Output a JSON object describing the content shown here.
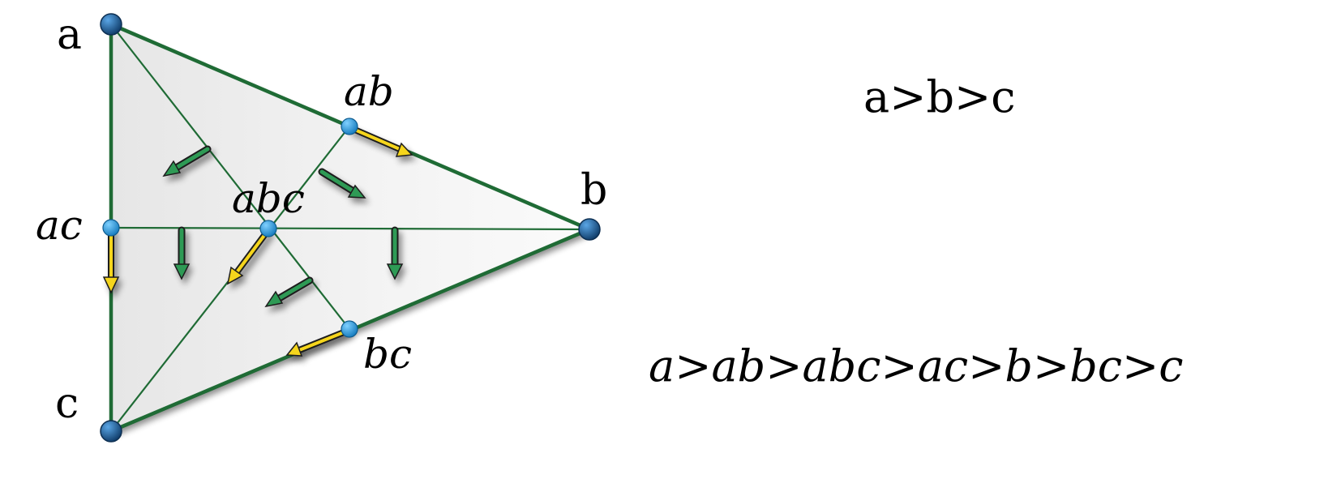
{
  "colors": {
    "edge": "#1f6b35",
    "fill": "#ebebeb",
    "vertex_dot": "#1b5f9a",
    "mid_dot": "#1f9ad8",
    "arrow_green": "#2f9a55",
    "arrow_yellow": "#f5d51c"
  },
  "vertices": [
    {
      "id": "a",
      "label": "a"
    },
    {
      "id": "b",
      "label": "b"
    },
    {
      "id": "c",
      "label": "c"
    }
  ],
  "midpoints": [
    {
      "id": "ab",
      "label": "ab"
    },
    {
      "id": "ac",
      "label": "ac"
    },
    {
      "id": "bc",
      "label": "bc"
    },
    {
      "id": "abc",
      "label": "abc"
    }
  ],
  "orders": {
    "vertex_order": "a>b>c",
    "full_order": "a>ab>abc>ac>b>bc>c"
  }
}
